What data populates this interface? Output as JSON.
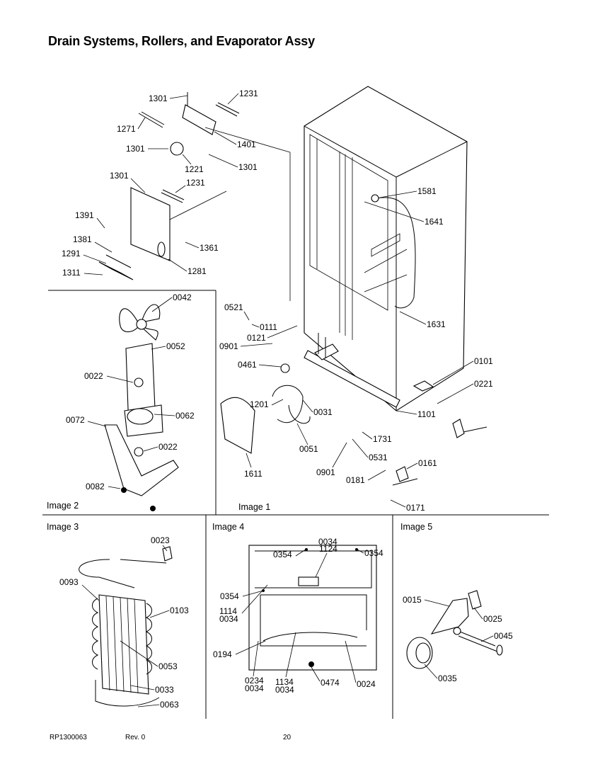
{
  "title": "Drain Systems, Rollers, and Evaporator Assy",
  "panels": {
    "image1": "Image 1",
    "image2": "Image 2",
    "image3": "Image 3",
    "image4": "Image 4",
    "image5": "Image 5"
  },
  "callouts": {
    "image1": [
      "1301",
      "1231",
      "1271",
      "1301",
      "1401",
      "1221",
      "1301",
      "1301",
      "1231",
      "1391",
      "1381",
      "1361",
      "1291",
      "1311",
      "1281",
      "1581",
      "1641",
      "0521",
      "0111",
      "0901",
      "0121",
      "1631",
      "0461",
      "0101",
      "0221",
      "1201",
      "0031",
      "1101",
      "0051",
      "1731",
      "1611",
      "0531",
      "0161",
      "0901",
      "0181",
      "0171"
    ],
    "image2": [
      "0042",
      "0052",
      "0022",
      "0062",
      "0072",
      "0022",
      "0082"
    ],
    "image3": [
      "0023",
      "0093",
      "0103",
      "0053",
      "0033",
      "0063"
    ],
    "image4": [
      "0034",
      "1124",
      "0354",
      "0354",
      "0354",
      "1114",
      "0034",
      "0194",
      "0234",
      "0034",
      "1134",
      "0034",
      "0474",
      "0024"
    ],
    "image5": [
      "0015",
      "0025",
      "0045",
      "0035"
    ]
  },
  "footer": {
    "doc_number": "RP1300063",
    "revision": "Rev. 0",
    "page": "20"
  }
}
